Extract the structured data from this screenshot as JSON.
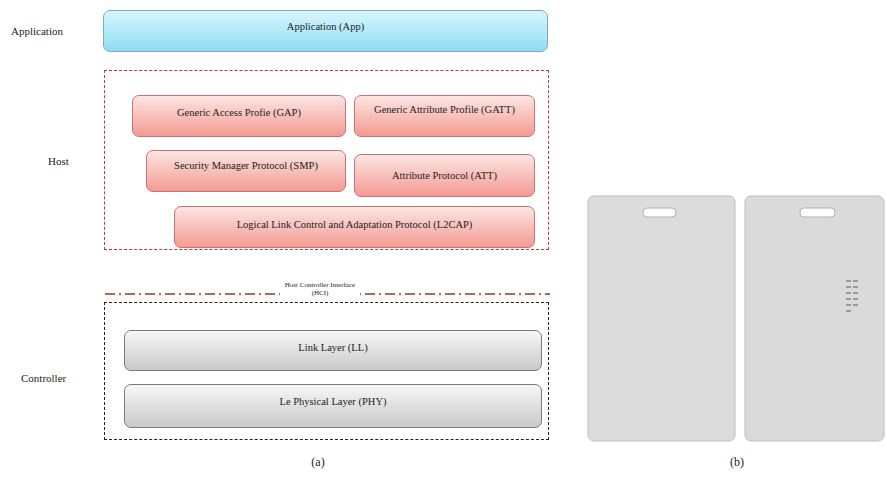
{
  "diagram": {
    "nodes": [
      {
        "text": [
          "Application",
          "Application (App)"
        ]
      },
      {
        "text": [
          "Host"
        ]
      },
      {
        "text": [
          "Generic Access Profie (GAP)"
        ],
        "in": 1
      },
      {
        "text": [
          "Generic Attribute Profile (GATT)"
        ],
        "in": 1
      },
      {
        "text": [
          "Security Manager Protocol (SMP)"
        ],
        "in": 1
      },
      {
        "text": [
          "Attribute Protocol (ATT)"
        ],
        "in": 1
      },
      {
        "text": [
          "Logical Link Control and Adaptation Protocol (L2CAP)"
        ],
        "in": 1
      },
      {
        "text": [
          "Controller"
        ]
      },
      {
        "text": [
          "Link Layer (LL)"
        ],
        "in": 7
      },
      {
        "text": [
          "Le Physical Layer (PHY)"
        ],
        "in": 7
      }
    ],
    "labels": [
      "Host Controller Interface (HCI)",
      "(a)",
      "(b)"
    ]
  }
}
